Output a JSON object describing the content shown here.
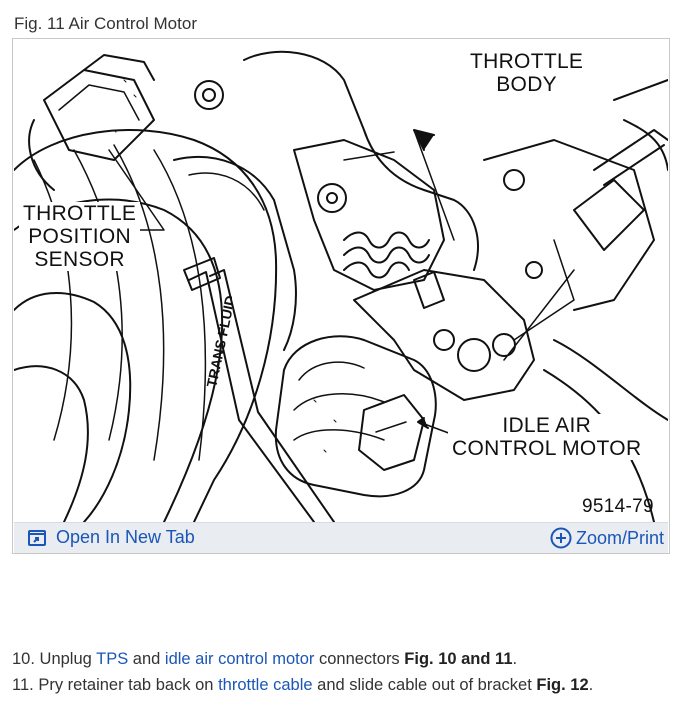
{
  "figure": {
    "caption": "Fig. 11 Air Control Motor",
    "labels": {
      "throttle_body": [
        "THROTTLE",
        "BODY"
      ],
      "throttle_position_sensor": [
        "THROTTLE",
        "POSITION",
        "SENSOR"
      ],
      "idle_air_control_motor": [
        "IDLE AIR",
        "CONTROL MOTOR"
      ],
      "trans_fluid": "TRANS FLUID",
      "figure_code": "9514-79"
    },
    "open_in_new_tab": "Open In New Tab",
    "zoom_print": "Zoom/Print"
  },
  "steps": [
    {
      "number": "10.",
      "parts": {
        "t1": "Unplug ",
        "link1": "TPS",
        "t2": " and ",
        "link2": "idle air control motor",
        "t3": " connectors ",
        "bold": "Fig. 10 and 11",
        "t4": "."
      }
    },
    {
      "number": "11.",
      "parts": {
        "t1": "Pry retainer tab back on ",
        "link1": "throttle cable",
        "t2": " and slide cable out of bracket ",
        "bold": "Fig. 12",
        "t3": "."
      }
    }
  ],
  "colors": {
    "link": "#1a56b8",
    "bar_background": "#e9ecf1",
    "text": "#333333"
  }
}
